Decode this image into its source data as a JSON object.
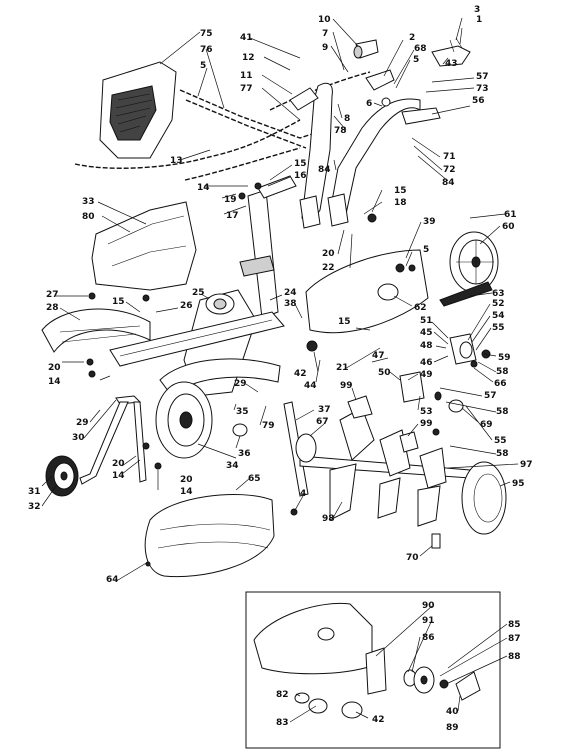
{
  "labels": [
    {
      "text": "1"
    },
    {
      "text": "2"
    },
    {
      "text": "3"
    },
    {
      "text": "4"
    },
    {
      "text": "5"
    },
    {
      "text": "5"
    },
    {
      "text": "5"
    },
    {
      "text": "6"
    },
    {
      "text": "7"
    },
    {
      "text": "8"
    },
    {
      "text": "9"
    },
    {
      "text": "10"
    },
    {
      "text": "11"
    },
    {
      "text": "12"
    },
    {
      "text": "13"
    },
    {
      "text": "14"
    },
    {
      "text": "14"
    },
    {
      "text": "14"
    },
    {
      "text": "14"
    },
    {
      "text": "15"
    },
    {
      "text": "15"
    },
    {
      "text": "15"
    },
    {
      "text": "15"
    },
    {
      "text": "16"
    },
    {
      "text": "17"
    },
    {
      "text": "18"
    },
    {
      "text": "19"
    },
    {
      "text": "20"
    },
    {
      "text": "20"
    },
    {
      "text": "20"
    },
    {
      "text": "20"
    },
    {
      "text": "21"
    },
    {
      "text": "22"
    },
    {
      "text": "24"
    },
    {
      "text": "25"
    },
    {
      "text": "26"
    },
    {
      "text": "27"
    },
    {
      "text": "28"
    },
    {
      "text": "29"
    },
    {
      "text": "29"
    },
    {
      "text": "30"
    },
    {
      "text": "31"
    },
    {
      "text": "32"
    },
    {
      "text": "33"
    },
    {
      "text": "34"
    },
    {
      "text": "35"
    },
    {
      "text": "36"
    },
    {
      "text": "37"
    },
    {
      "text": "38"
    },
    {
      "text": "39"
    },
    {
      "text": "40"
    },
    {
      "text": "41"
    },
    {
      "text": "42"
    },
    {
      "text": "42"
    },
    {
      "text": "43"
    },
    {
      "text": "44"
    },
    {
      "text": "45"
    },
    {
      "text": "46"
    },
    {
      "text": "47"
    },
    {
      "text": "48"
    },
    {
      "text": "49"
    },
    {
      "text": "50"
    },
    {
      "text": "51"
    },
    {
      "text": "52"
    },
    {
      "text": "53"
    },
    {
      "text": "54"
    },
    {
      "text": "55"
    },
    {
      "text": "55"
    },
    {
      "text": "56"
    },
    {
      "text": "57"
    },
    {
      "text": "57"
    },
    {
      "text": "58"
    },
    {
      "text": "58"
    },
    {
      "text": "58"
    },
    {
      "text": "59"
    },
    {
      "text": "60"
    },
    {
      "text": "61"
    },
    {
      "text": "62"
    },
    {
      "text": "63"
    },
    {
      "text": "64"
    },
    {
      "text": "65"
    },
    {
      "text": "66"
    },
    {
      "text": "67"
    },
    {
      "text": "68"
    },
    {
      "text": "69"
    },
    {
      "text": "70"
    },
    {
      "text": "71"
    },
    {
      "text": "72"
    },
    {
      "text": "73"
    },
    {
      "text": "75"
    },
    {
      "text": "76"
    },
    {
      "text": "77"
    },
    {
      "text": "78"
    },
    {
      "text": "79"
    },
    {
      "text": "80"
    },
    {
      "text": "82"
    },
    {
      "text": "83"
    },
    {
      "text": "84"
    },
    {
      "text": "84"
    },
    {
      "text": "85"
    },
    {
      "text": "86"
    },
    {
      "text": "87"
    },
    {
      "text": "88"
    },
    {
      "text": "89"
    },
    {
      "text": "90"
    },
    {
      "text": "91"
    },
    {
      "text": "95"
    },
    {
      "text": "97"
    },
    {
      "text": "98"
    },
    {
      "text": "99"
    },
    {
      "text": "99"
    }
  ]
}
